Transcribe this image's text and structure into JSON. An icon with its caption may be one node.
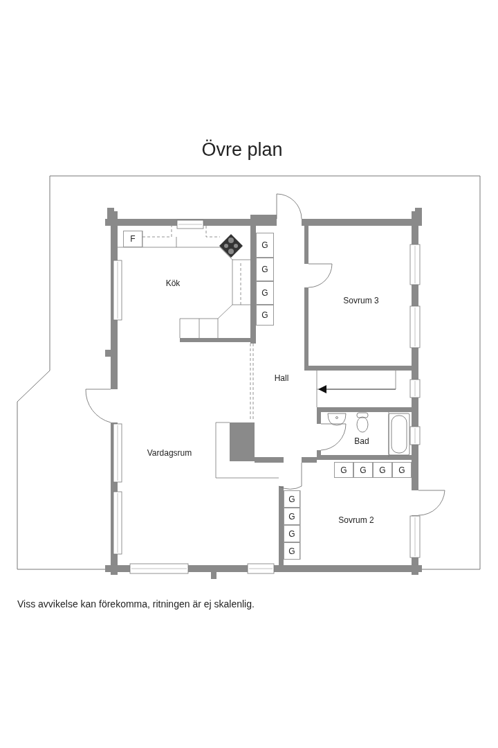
{
  "diagram": {
    "title": "Övre plan",
    "caption": "Viss avvikelse kan förekomma, ritningen är ej skalenlig.",
    "nodes": [
      {
        "text": [
          "F"
        ]
      },
      {
        "text": [
          "G"
        ]
      },
      {
        "text": [
          "G"
        ]
      },
      {
        "text": [
          "G"
        ]
      },
      {
        "text": [
          "G"
        ]
      },
      {
        "text": [
          "G"
        ]
      },
      {
        "text": [
          "G"
        ]
      },
      {
        "text": [
          "G"
        ]
      },
      {
        "text": [
          "G"
        ]
      },
      {
        "text": [
          "G"
        ]
      },
      {
        "text": [
          "G"
        ]
      },
      {
        "text": [
          "G"
        ]
      },
      {
        "text": [
          "G"
        ]
      }
    ],
    "edges": [],
    "labels": [
      "Kök",
      "Sovrum 3",
      "Hall",
      "Bad",
      "Vardagsrum",
      "Sovrum 2"
    ]
  }
}
